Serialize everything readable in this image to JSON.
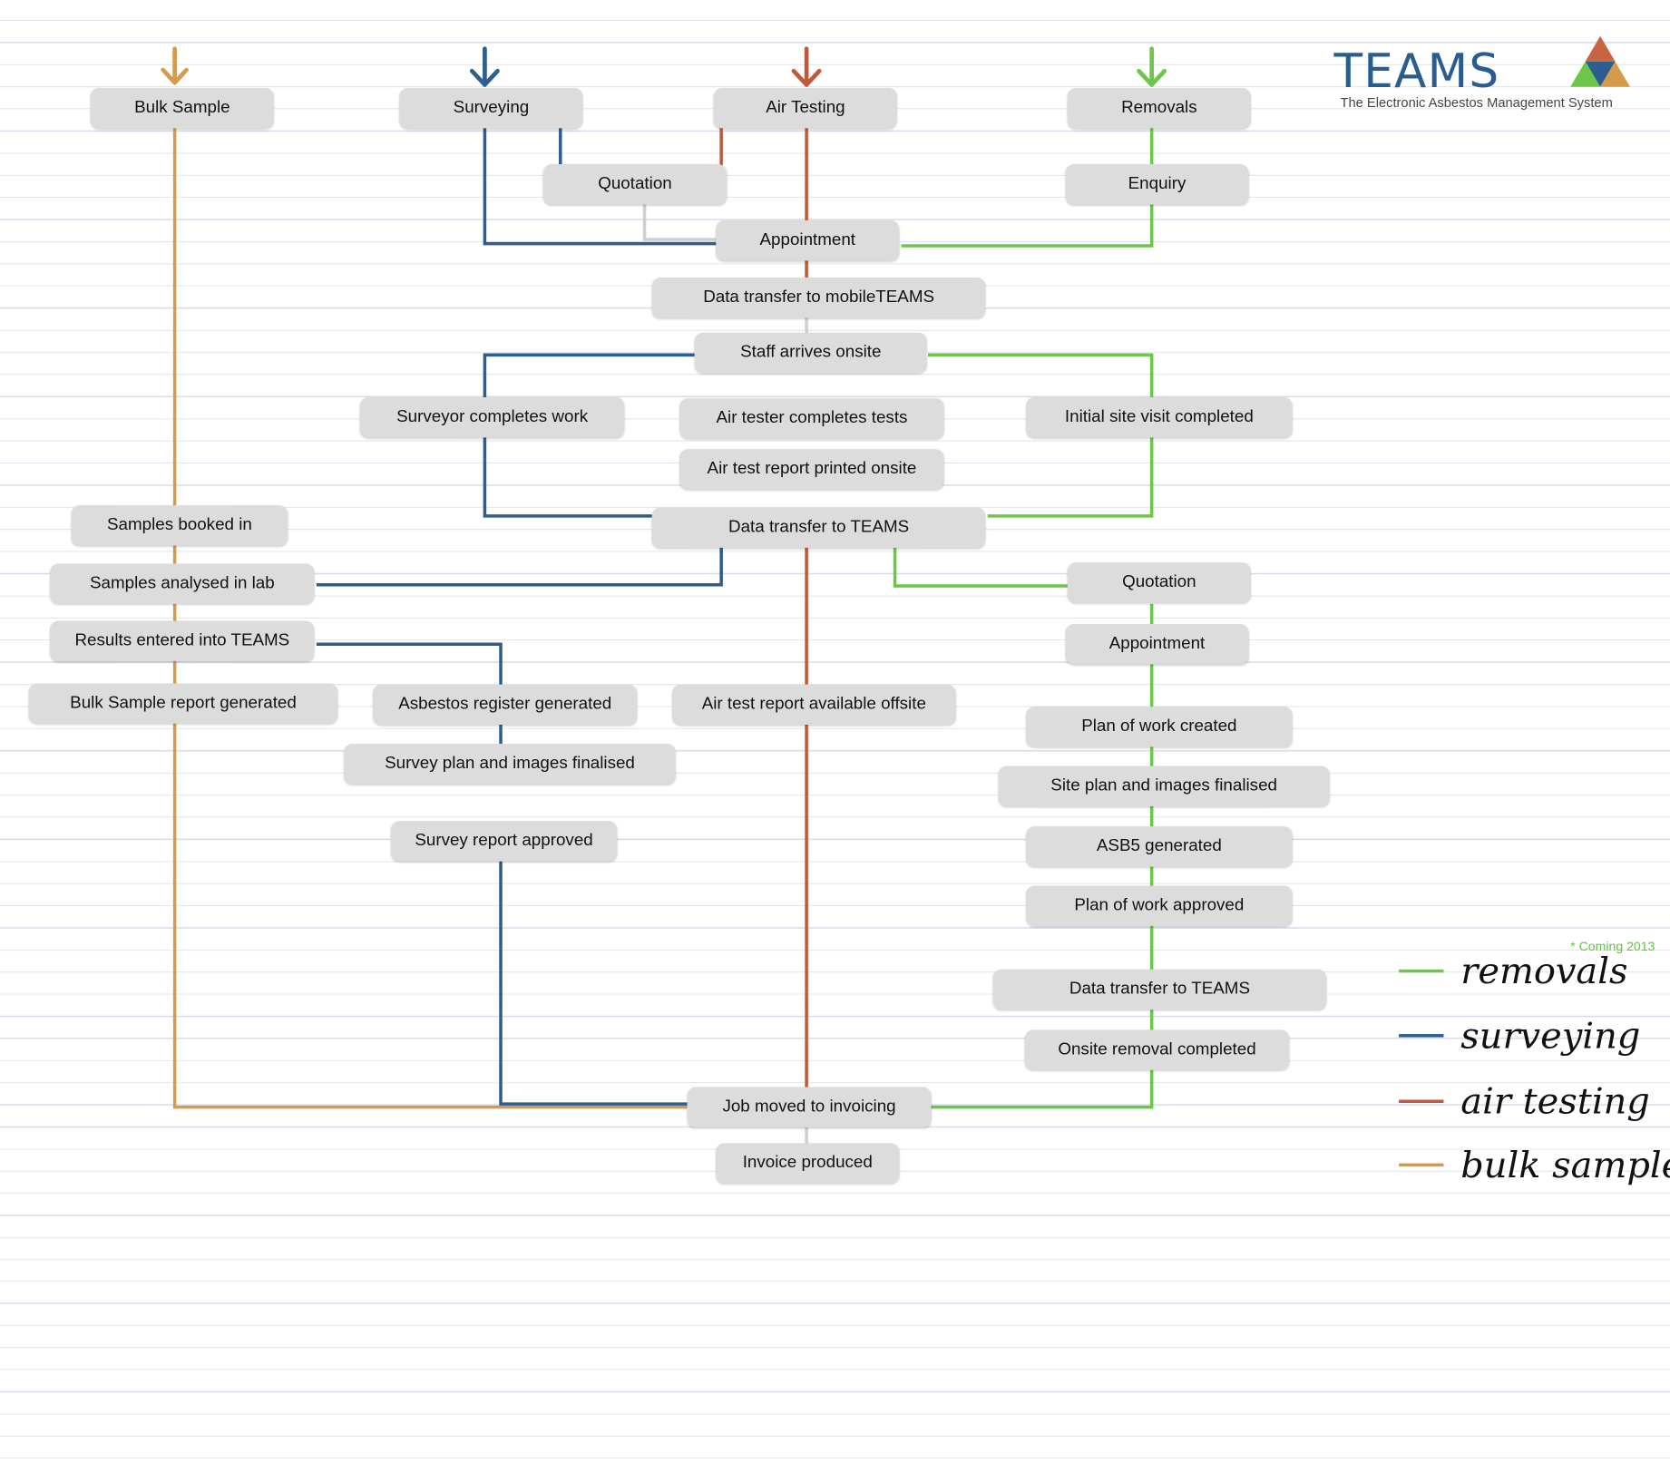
{
  "colors": {
    "removals": "#6cc64a",
    "surveying": "#2d5e8e",
    "air_testing": "#c0593c",
    "bulk_samples": "#d69a4c",
    "neutral": "#cfcfcf"
  },
  "logo": {
    "title": "TEAMS",
    "subtitle": "The Electronic Asbestos Management System"
  },
  "boxes": {
    "bulk_sample": "Bulk Sample",
    "surveying": "Surveying",
    "air_testing": "Air Testing",
    "removals": "Removals",
    "quotation_top": "Quotation",
    "enquiry": "Enquiry",
    "appointment_top": "Appointment",
    "data_mobile": "Data transfer to mobileTEAMS",
    "staff_onsite": "Staff arrives onsite",
    "surveyor_completes": "Surveyor completes work",
    "air_tester_completes": "Air tester completes tests",
    "initial_visit": "Initial site visit completed",
    "air_report_onsite": "Air test report printed onsite",
    "samples_booked": "Samples booked in",
    "data_teams_mid": "Data transfer to TEAMS",
    "samples_analysed": "Samples analysed in lab",
    "quotation_right": "Quotation",
    "results_entered": "Results entered into TEAMS",
    "appointment_right": "Appointment",
    "bulk_report": "Bulk Sample report generated",
    "asbestos_register": "Asbestos register generated",
    "air_report_offsite": "Air test report available offsite",
    "plan_created": "Plan of work created",
    "survey_plan": "Survey plan and images finalised",
    "site_plan": "Site plan and images finalised",
    "survey_approved": "Survey report approved",
    "asb5": "ASB5  generated",
    "plan_approved": "Plan of work approved",
    "data_teams_right": "Data transfer to TEAMS",
    "onsite_removal": "Onsite removal completed",
    "job_invoicing": "Job moved to invoicing",
    "invoice_produced": "Invoice produced"
  },
  "legend": {
    "coming": "* Coming 2013",
    "items": [
      {
        "label": "removals",
        "icon": "line-green"
      },
      {
        "label": "surveying",
        "icon": "line-blue"
      },
      {
        "label": "air testing",
        "icon": "line-red"
      },
      {
        "label": "bulk samples",
        "icon": "line-orange"
      }
    ]
  }
}
